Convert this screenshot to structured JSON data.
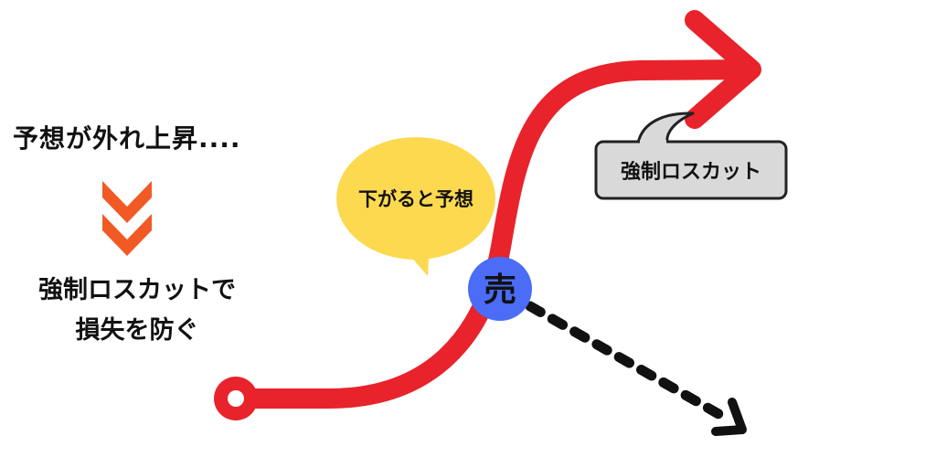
{
  "left_panel": {
    "heading": "予想が外れ上昇....",
    "caption_line1": "強制ロスカットで",
    "caption_line2": "損失を防ぐ"
  },
  "bubble_prediction": {
    "text": "下がると予想"
  },
  "bubble_stoploss": {
    "text": "強制ロスカット"
  },
  "sell_marker": {
    "label": "売"
  },
  "colors": {
    "curve": "#e8232b",
    "chevron": "#f15a24",
    "prediction_bubble": "#fcd94f",
    "stoploss_bubble": "#d9d9d9",
    "sell_marker": "#4a6cf7",
    "dotted_arrow": "#111111"
  }
}
